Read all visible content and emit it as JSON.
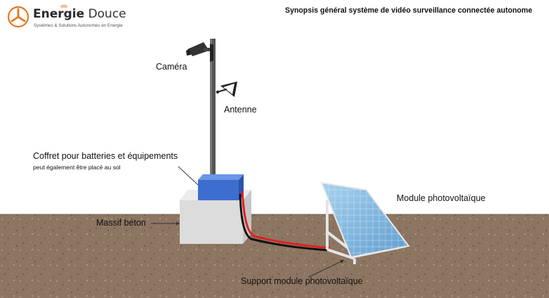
{
  "brand": {
    "name_bold": "Energie",
    "name_light": "Douce",
    "tagline": "Systèmes & Solutions Autonomes en Energie",
    "accent_color": "#e87722"
  },
  "title": "Synopsis général système de vidéo surveillance connectée autonome",
  "labels": {
    "camera": "Caméra",
    "antenna": "Antenne",
    "cabinet": "Coffret pour batteries et équipements",
    "cabinet_note": "peut également être placé au sol",
    "concrete": "Massif béton",
    "module": "Module photovoltaïque",
    "support": "Support module photovoltaïque"
  },
  "colors": {
    "ground": "#8b7560",
    "sky": "#ffffff",
    "panel": "#7fb3da",
    "cabinet": "#3f6fd0",
    "concrete": "#dedede",
    "cable_positive": "#e02020",
    "cable_negative": "#111111"
  }
}
